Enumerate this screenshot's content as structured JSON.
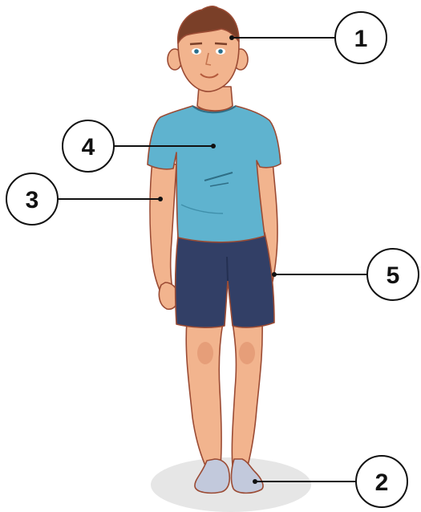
{
  "figure": {
    "subject": "standing-boy",
    "colors": {
      "skin": "#f2b48e",
      "skin_shadow": "#dc8d68",
      "outline": "#9b4b34",
      "hair": "#7a3f28",
      "shirt": "#5fb3cf",
      "shirt_shadow": "#3f8faa",
      "shorts": "#323f66",
      "shorts_shadow": "#243052",
      "shoes": "#c2c9dc",
      "floor_shadow": "#e6e6e6",
      "callout_line": "#111111"
    }
  },
  "callouts": [
    {
      "id": "1",
      "label": "1",
      "target": "head"
    },
    {
      "id": "2",
      "label": "2",
      "target": "feet"
    },
    {
      "id": "3",
      "label": "3",
      "target": "right-arm"
    },
    {
      "id": "4",
      "label": "4",
      "target": "torso"
    },
    {
      "id": "5",
      "label": "5",
      "target": "left-hand"
    }
  ]
}
